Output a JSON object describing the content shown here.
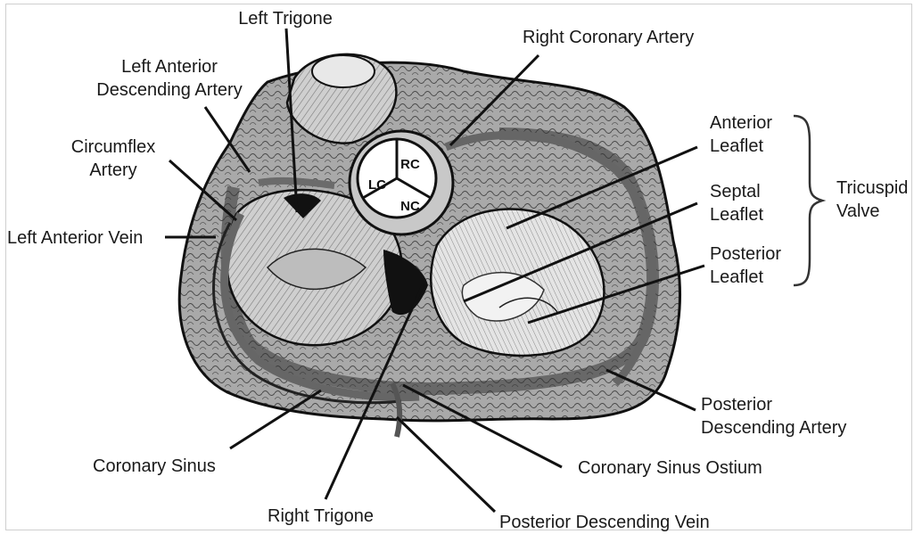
{
  "labels": {
    "left_trigone": "Left Trigone",
    "right_coronary_artery": "Right Coronary Artery",
    "left_anterior_descending_artery": [
      "Left Anterior",
      "Descending Artery"
    ],
    "circumflex_artery": [
      "Circumflex",
      "Artery"
    ],
    "left_anterior_vein": "Left Anterior Vein",
    "anterior_leaflet": [
      "Anterior",
      "Leaflet"
    ],
    "septal_leaflet": [
      "Septal",
      "Leaflet"
    ],
    "posterior_leaflet": [
      "Posterior",
      "Leaflet"
    ],
    "tricuspid_valve": [
      "Tricuspid",
      "Valve"
    ],
    "posterior_descending_artery": [
      "Posterior",
      "Descending Artery"
    ],
    "coronary_sinus": "Coronary Sinus",
    "coronary_sinus_ostium": "Coronary Sinus Ostium",
    "right_trigone": "Right Trigone",
    "posterior_descending_vein": "Posterior Descending Vein"
  },
  "aortic_valve_cusps": {
    "right_coronary": "RC",
    "left_coronary": "LC",
    "non_coronary": "NC"
  },
  "colors": {
    "ink": "#111111",
    "tissue_light": "#d9d9d9",
    "tissue_mid": "#9a9a9a",
    "tissue_dark": "#555555"
  }
}
